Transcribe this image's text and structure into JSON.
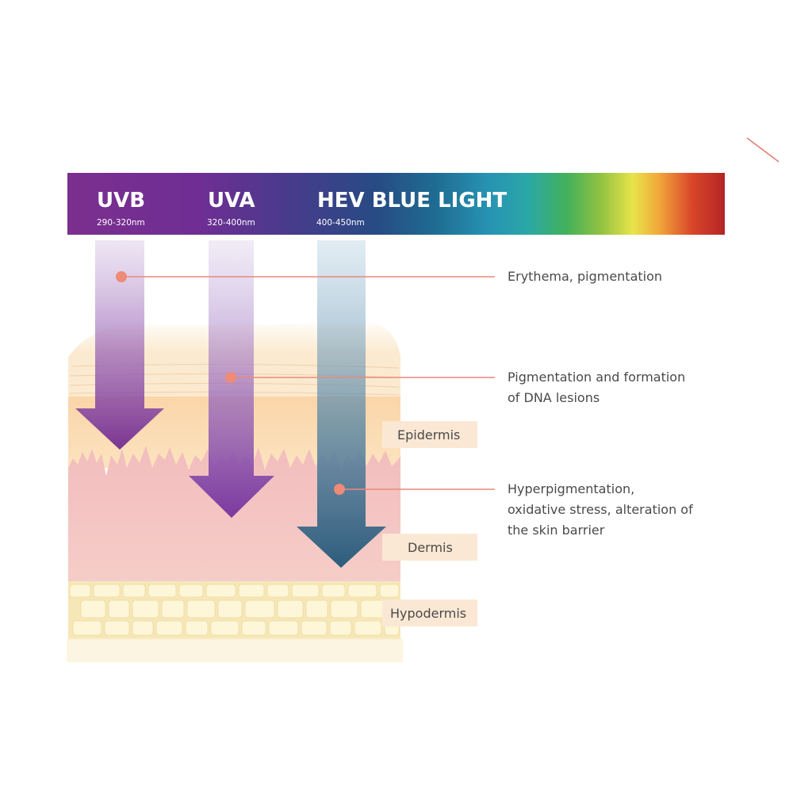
{
  "spectrum": {
    "bands": [
      {
        "title": "UVB",
        "range": "290-320nm"
      },
      {
        "title": "UVA",
        "range": "320-400nm"
      },
      {
        "title": "HEV BLUE LIGHT",
        "range": "400-450nm"
      }
    ]
  },
  "effects": [
    {
      "lines": [
        "Erythema, pigmentation"
      ]
    },
    {
      "lines": [
        "Pigmentation and formation",
        "of DNA lesions"
      ]
    },
    {
      "lines": [
        "Hyperpigmentation,",
        "oxidative stress, alteration of",
        "the skin barrier"
      ]
    }
  ],
  "layers": [
    {
      "label": "Epidermis"
    },
    {
      "label": "Dermis"
    },
    {
      "label": "Hypodermis"
    }
  ],
  "colors": {
    "uvb": "#7b3a93",
    "uva": "#7d42a0",
    "hev": "#2e5e7c",
    "callout_line": "#e9897a",
    "callout_dot": "#ee8a78",
    "label_box": "#fbe8d4",
    "stratum_corneum": "#fbecd2",
    "epidermis": "#fbd9b2",
    "dermis": "#f4c4c2",
    "hypodermis": "#f9eec6",
    "fat_cell": "#fdf6da"
  }
}
